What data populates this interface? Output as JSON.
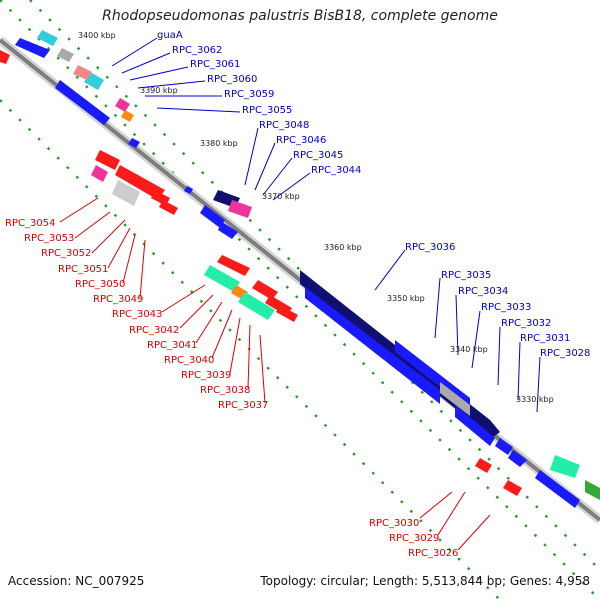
{
  "title": "Rhodopseudomonas palustris BisB18, complete genome",
  "accession_text": "Accession: NC_007925",
  "summary_text": "Topology: circular; Length: 5,513,844 bp; Genes: 4,958",
  "colors": {
    "backbone": "#8a8a8a",
    "tick": "#22a022",
    "forward_label": "#0000cc",
    "reverse_label": "#dd0000",
    "forward_gene": "#1a1aff",
    "reverse_gene": "#ff1a1a",
    "dark_gene": "#101070",
    "teal_gene": "#22eeaa"
  },
  "kbp_marks": [
    {
      "label": "3400 kbp"
    },
    {
      "label": "3390 kbp"
    },
    {
      "label": "3380 kbp"
    },
    {
      "label": "3370 kbp"
    },
    {
      "label": "3360 kbp"
    },
    {
      "label": "3350 kbp"
    },
    {
      "label": "3340 kbp"
    },
    {
      "label": "3330 kbp"
    }
  ],
  "forward_labels": [
    {
      "text": "guaA"
    },
    {
      "text": "RPC_3062"
    },
    {
      "text": "RPC_3061"
    },
    {
      "text": "RPC_3060"
    },
    {
      "text": "RPC_3059"
    },
    {
      "text": "RPC_3055"
    },
    {
      "text": "RPC_3048"
    },
    {
      "text": "RPC_3046"
    },
    {
      "text": "RPC_3045"
    },
    {
      "text": "RPC_3044"
    },
    {
      "text": "RPC_3036"
    },
    {
      "text": "RPC_3035"
    },
    {
      "text": "RPC_3034"
    },
    {
      "text": "RPC_3033"
    },
    {
      "text": "RPC_3032"
    },
    {
      "text": "RPC_3031"
    },
    {
      "text": "RPC_3028"
    }
  ],
  "reverse_labels": [
    {
      "text": "RPC_3054"
    },
    {
      "text": "RPC_3053"
    },
    {
      "text": "RPC_3052"
    },
    {
      "text": "RPC_3051"
    },
    {
      "text": "RPC_3050"
    },
    {
      "text": "RPC_3049"
    },
    {
      "text": "RPC_3043"
    },
    {
      "text": "RPC_3042"
    },
    {
      "text": "RPC_3041"
    },
    {
      "text": "RPC_3040"
    },
    {
      "text": "RPC_3039"
    },
    {
      "text": "RPC_3038"
    },
    {
      "text": "RPC_3037"
    },
    {
      "text": "RPC_3030"
    },
    {
      "text": "RPC_3029"
    },
    {
      "text": "RPC_3026"
    }
  ]
}
